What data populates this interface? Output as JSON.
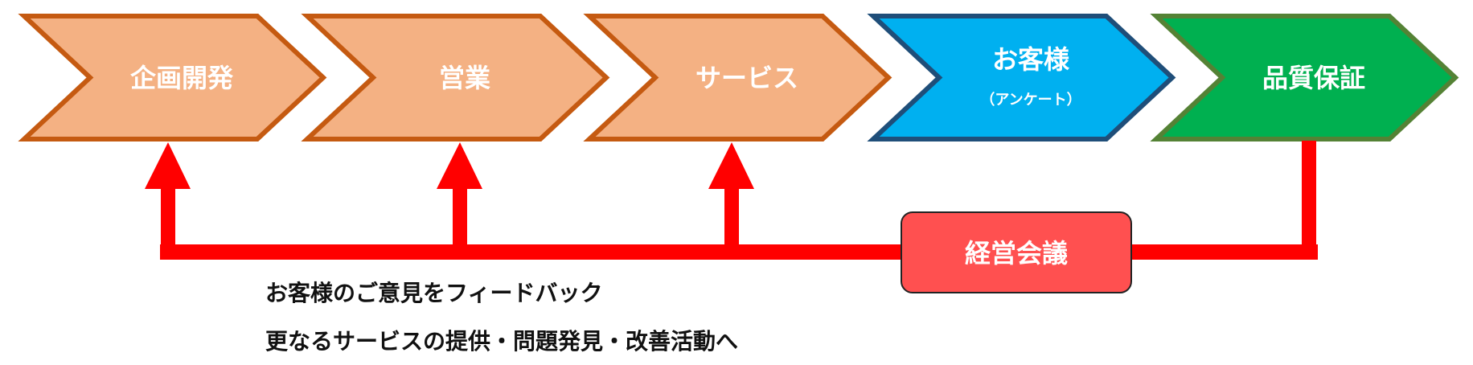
{
  "steps": [
    {
      "label": "企画開発",
      "fill": "#F4B183",
      "stroke": "#C55A11"
    },
    {
      "label": "営業",
      "fill": "#F4B183",
      "stroke": "#C55A11"
    },
    {
      "label": "サービス",
      "fill": "#F4B183",
      "stroke": "#C55A11"
    },
    {
      "label": "お客様",
      "sublabel": "（アンケート）",
      "fill": "#00B0F0",
      "stroke": "#1F4E79"
    },
    {
      "label": "品質保証",
      "fill": "#00B050",
      "stroke": "#548235"
    }
  ],
  "meeting": {
    "label": "経営会議",
    "fill": "#FF5050"
  },
  "feedback_color": "#FF0000",
  "notes": {
    "line1": "お客様のご意見をフィードバック",
    "line2": "更なるサービスの提供・問題発見・改善活動へ"
  }
}
